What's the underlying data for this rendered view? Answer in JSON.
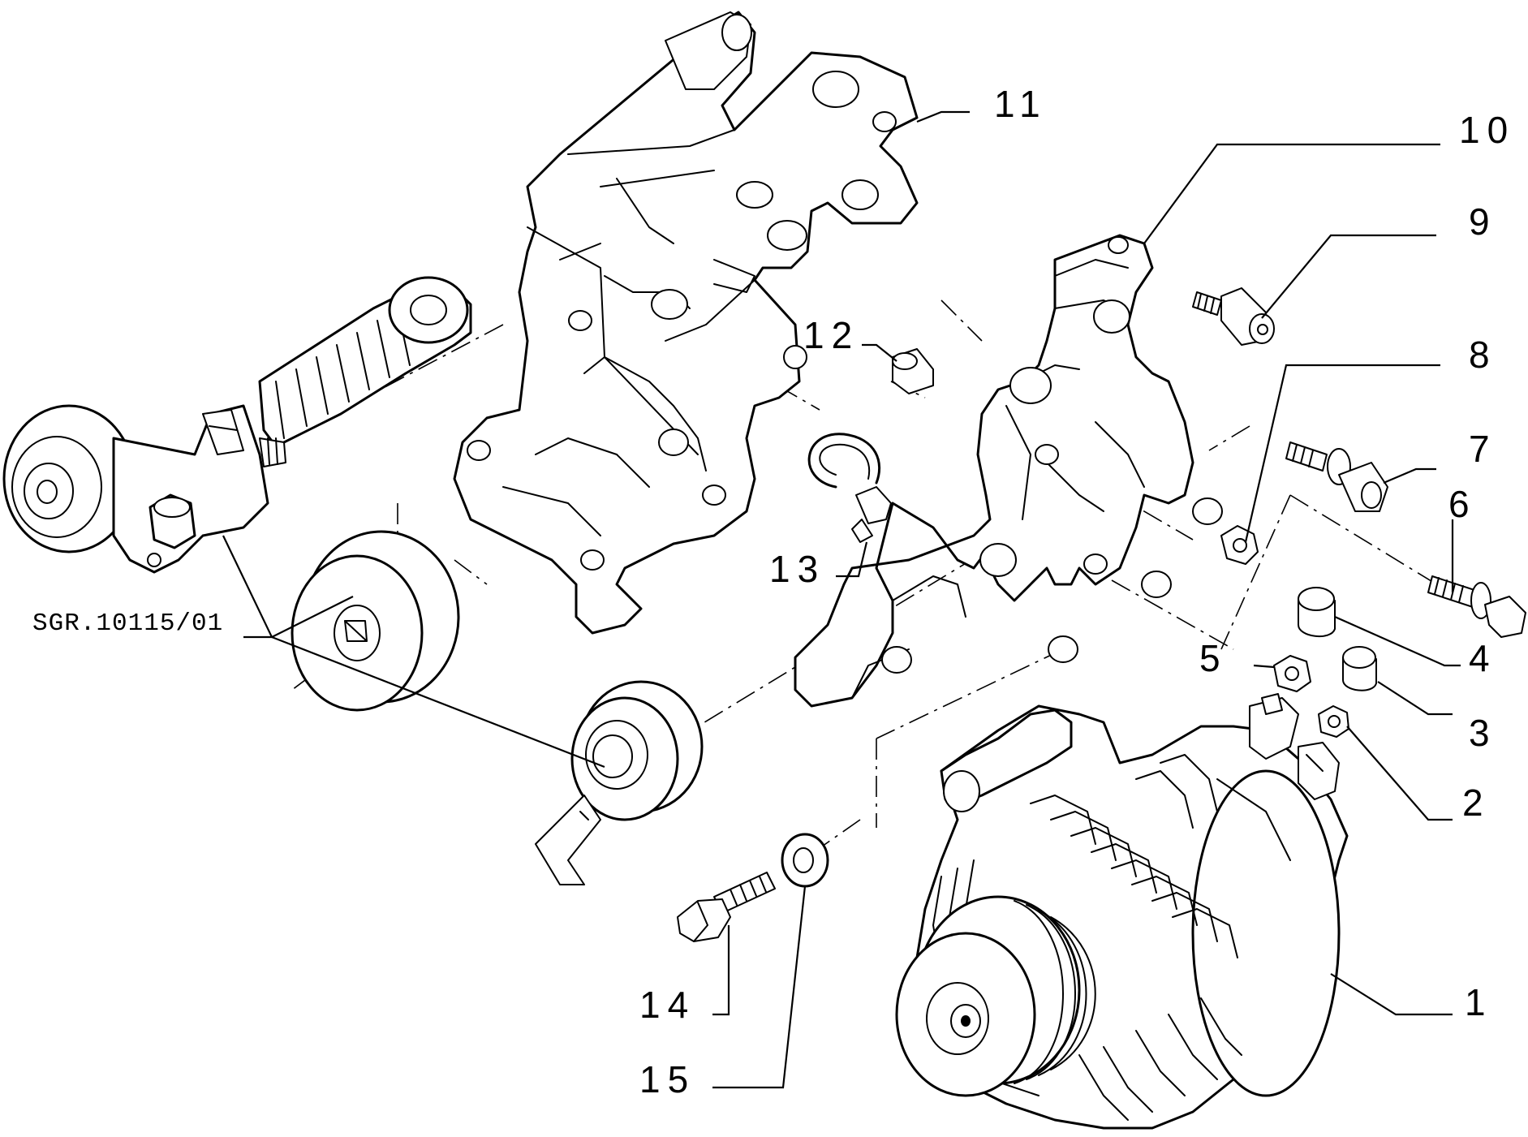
{
  "diagram": {
    "reference_code": "SGR.10115/01",
    "callouts": [
      {
        "id": "c1",
        "label": "1"
      },
      {
        "id": "c2",
        "label": "2"
      },
      {
        "id": "c3",
        "label": "3"
      },
      {
        "id": "c4",
        "label": "4"
      },
      {
        "id": "c5",
        "label": "5"
      },
      {
        "id": "c6",
        "label": "6"
      },
      {
        "id": "c7",
        "label": "7"
      },
      {
        "id": "c8",
        "label": "8"
      },
      {
        "id": "c9",
        "label": "9"
      },
      {
        "id": "c10",
        "label": "10"
      },
      {
        "id": "c11",
        "label": "11"
      },
      {
        "id": "c12",
        "label": "12"
      },
      {
        "id": "c13",
        "label": "13"
      },
      {
        "id": "c14",
        "label": "14"
      },
      {
        "id": "c15",
        "label": "15"
      }
    ]
  }
}
